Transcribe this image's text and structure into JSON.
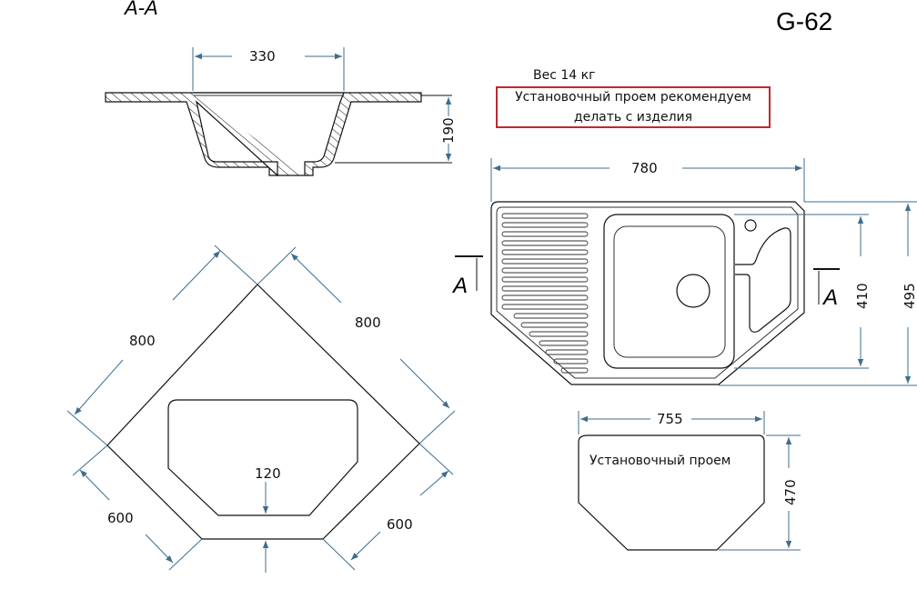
{
  "model": "G-62",
  "section_label": "A-A",
  "section_marker": "A",
  "weight": "Вес 14 кг",
  "note_lines": [
    "Установочный проем рекомендуем",
    "делать с изделия"
  ],
  "cutout_label": "Установочный проем",
  "colors": {
    "dimension": "#3d6e8f",
    "note_border": "#c0282d"
  },
  "dimensions": {
    "section_width": "330",
    "section_depth": "190",
    "sink_width": "780",
    "bowl_depth": "410",
    "sink_depth": "495",
    "cutout_width": "755",
    "cutout_depth": "470",
    "corner_side_left": "800",
    "corner_side_right": "800",
    "corner_front_left": "600",
    "corner_front_right": "600",
    "corner_offset": "120"
  }
}
